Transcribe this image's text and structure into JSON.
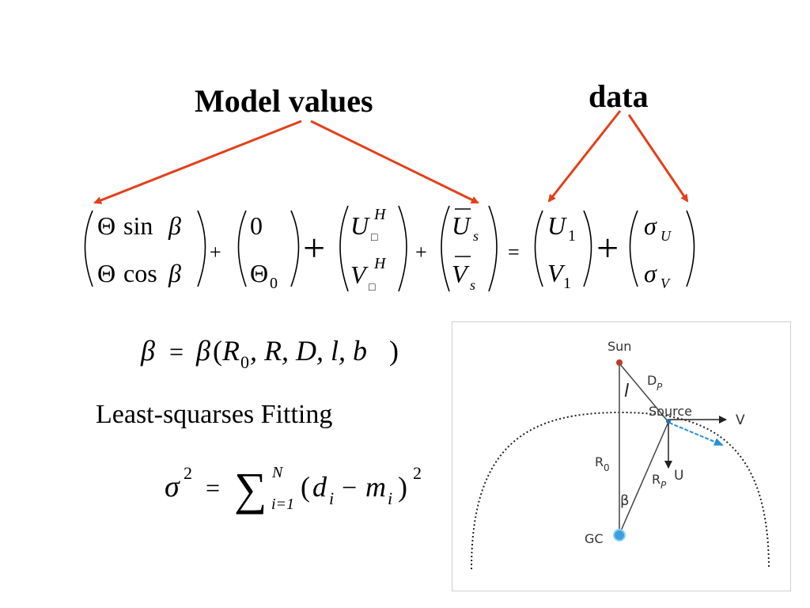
{
  "slide": {
    "label_model": "Model values",
    "label_data": "data",
    "fitting_label": "Least-squarses Fitting"
  },
  "colors": {
    "arrow": "#e2401b",
    "velocity_arrow": "#2a8fd6",
    "gc_marker": "#3aa0e0",
    "sun_marker": "#c0392b"
  },
  "equation": {
    "m1_row1": [
      "Θ",
      "sin",
      "β"
    ],
    "m1_row2": [
      "Θ",
      "cos",
      "β"
    ],
    "m2_row1": "0",
    "m2_row2": [
      "Θ",
      "0"
    ],
    "m3_row1": [
      "U",
      "H",
      "□"
    ],
    "m3_row2": [
      "V",
      "H",
      "□"
    ],
    "m4_row1": [
      "U",
      "s"
    ],
    "m4_row2": [
      "V",
      "s"
    ],
    "m5_row1": [
      "U",
      "1"
    ],
    "m5_row2": [
      "V",
      "1"
    ],
    "m6_row1": [
      "σ",
      "U"
    ],
    "m6_row2": [
      "σ",
      "V"
    ],
    "op_plus": "+",
    "op_equals": "="
  },
  "beta_equation": {
    "lhs": "β",
    "eq": "=",
    "func": "β",
    "open": "(",
    "arg1": "R",
    "arg1_sub": "0",
    "rest": ", R, D, l, b",
    "close": ")"
  },
  "sigma_equation": {
    "sigma": "σ",
    "sup": "2",
    "eq": "=",
    "sum": "∑",
    "upper": "N",
    "lower": "i=1",
    "open": "(",
    "d": "d",
    "d_sub": "i",
    "minus": "−",
    "m": "m",
    "m_sub": "i",
    "close": ")",
    "power": "2"
  },
  "diagram": {
    "sun": "Sun",
    "l": "l",
    "dp": "D",
    "dp_sub": "P",
    "source": "Source",
    "v": "V",
    "r0": "R",
    "r0_sub": "0",
    "rp": "R",
    "rp_sub": "P",
    "u": "U",
    "beta": "β",
    "gc": "GC"
  }
}
